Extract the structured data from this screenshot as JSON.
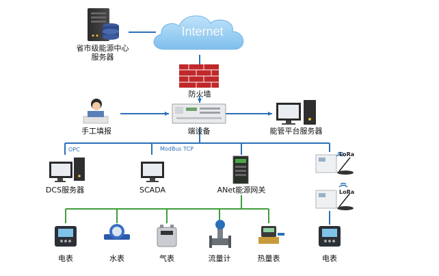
{
  "nodes": {
    "internet": "Internet",
    "province_server": [
      "省市级能源中心",
      "服务器"
    ],
    "firewall": "防火墙",
    "manual_entry": "手工填报",
    "edge_device": "端设备",
    "platform_server": "能管平台服务器",
    "dcs_server": "DCS服务器",
    "scada": "SCADA",
    "gateway": "ANet能源网关",
    "meters": [
      "电表",
      "水表",
      "气表",
      "流量计",
      "热量表"
    ],
    "lora_meter": "电表"
  },
  "protocols": {
    "opc": "OPC",
    "modbus": "ModBus TCP",
    "lora": "LoRa"
  },
  "colors": {
    "blue_line": "#2a6fb7",
    "green_bus": "#3e9d3a",
    "cloud": "#8ec7ef",
    "firewall": "#c0282a"
  }
}
